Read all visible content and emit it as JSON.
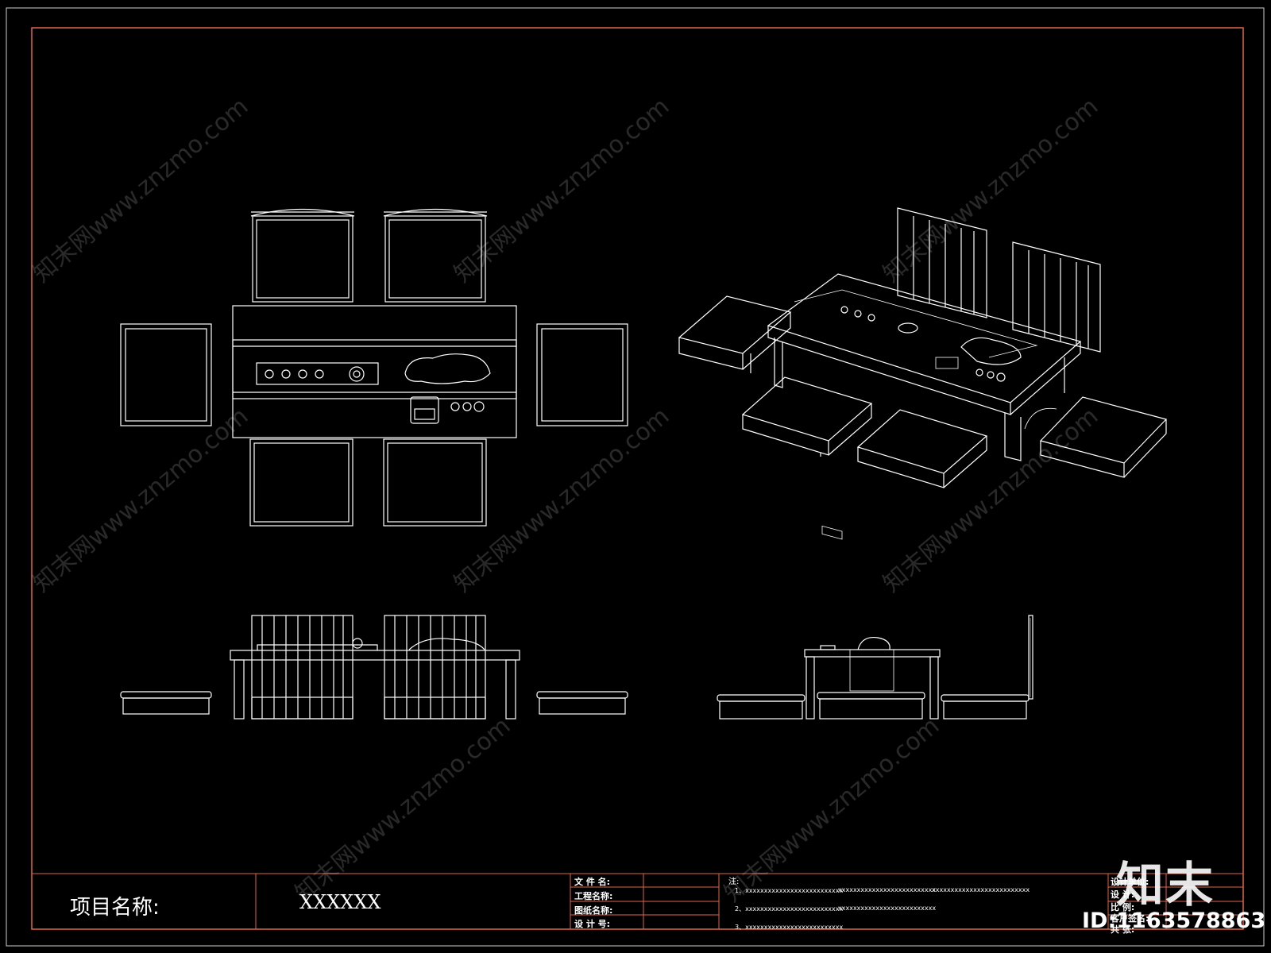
{
  "titleblock": {
    "project_label": "项目名称:",
    "project_value": "XXXXXX",
    "fields": [
      "文 件 名:",
      "工程名称:",
      "图纸名称:",
      "设 计 号:"
    ],
    "notes_title": "注:",
    "notes": [
      [
        "1、xxxxxxxxxxxxxxxxxxxxxxxxxx",
        "xxxxxxxxxxxxxxxxxxxxxxxxxx",
        "xxxxxxxxxxxxxxxxxxxxxxxxxx"
      ],
      [
        "2、xxxxxxxxxxxxxxxxxxxxxxxxxx",
        "xxxxxxxxxxxxxxxxxxxxxxxxxx"
      ],
      [
        "3、xxxxxxxxxxxxxxxxxxxxxxxxxx"
      ]
    ],
    "right_fields": [
      "设计单位:",
      "设  计:",
      "比  例:",
      "客户签名:",
      "共  张:"
    ]
  },
  "watermark": {
    "text": "知末网www.znzmo.com",
    "logo": "知末",
    "id": "ID:1163578863"
  },
  "colors": {
    "background": "#000000",
    "line": "#ffffff",
    "frame": "#e0644a"
  }
}
